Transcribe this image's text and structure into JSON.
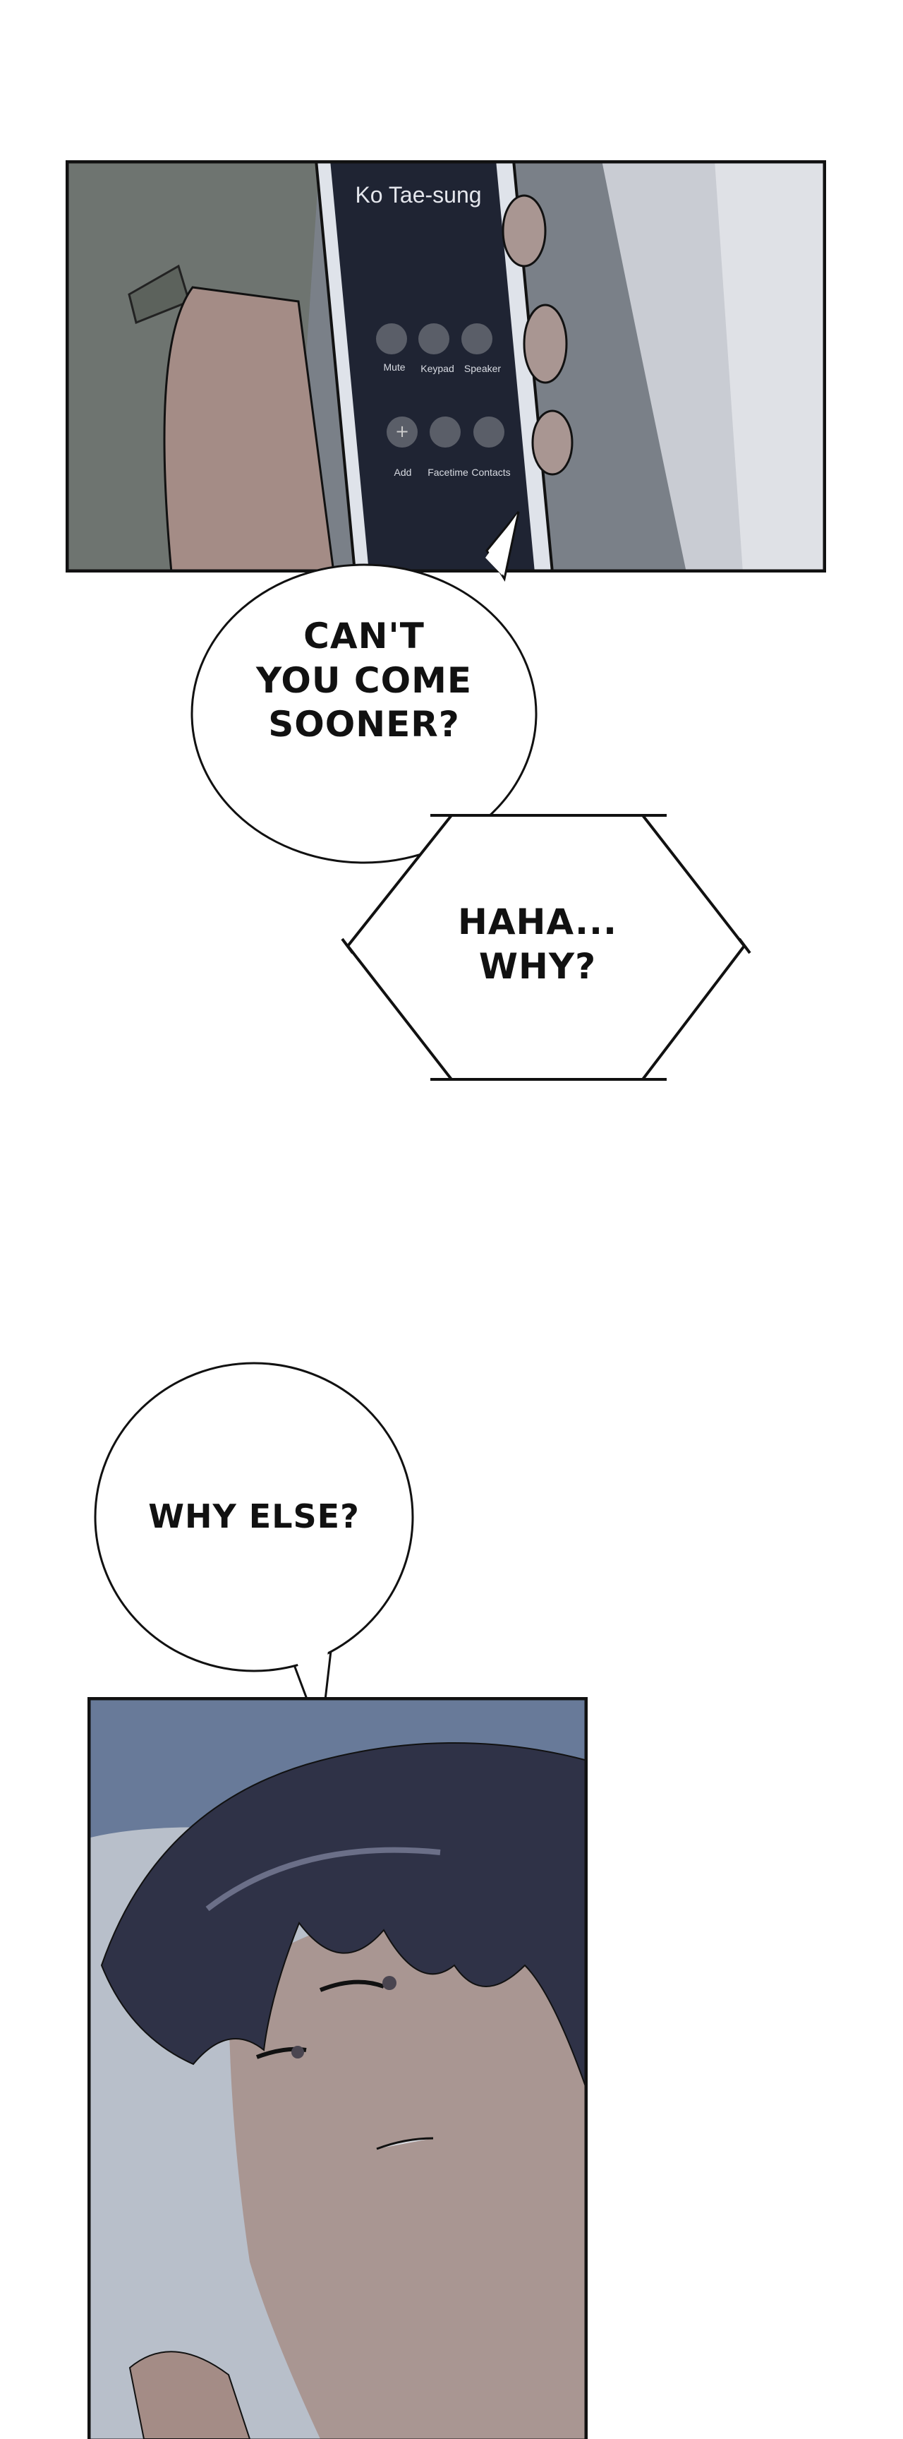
{
  "panel1": {
    "caller_name": "Ko Tae-sung",
    "buttons": [
      "Mute",
      "Keypad",
      "Speaker",
      "Add",
      "Facetime",
      "Contacts"
    ]
  },
  "bubbles": {
    "first": [
      "CAN'T",
      "YOU COME",
      "SOONER?"
    ],
    "second": [
      "HAHA...",
      "WHY?"
    ],
    "third": "WHY ELSE?"
  },
  "colors": {
    "phone_screen": "#1f2433",
    "skin": "#a99692",
    "hair": "#2f3247",
    "pillow": "#b8bfca"
  }
}
